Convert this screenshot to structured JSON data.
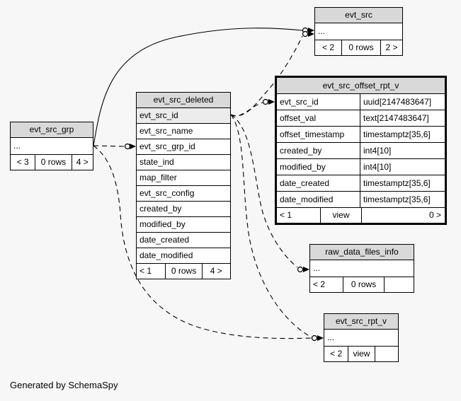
{
  "diagram": {
    "generated_by": "Generated by SchemaSpy"
  },
  "colors": {
    "background": "#f7f7f7",
    "table_header_bg": "#d9d9d9",
    "highlight_row_bg": "#ececec",
    "border": "#000000"
  },
  "tables": {
    "evt_src": {
      "title": "evt_src",
      "body": "...",
      "footer": {
        "left": "< 2",
        "mid": "0 rows",
        "right": "2 >"
      }
    },
    "evt_src_offset_rpt_v": {
      "title": "evt_src_offset_rpt_v",
      "rows": [
        {
          "name": "evt_src_id",
          "type": "uuid[2147483647]"
        },
        {
          "name": "offset_val",
          "type": "text[2147483647]"
        },
        {
          "name": "offset_timestamp",
          "type": "timestamptz[35,6]"
        },
        {
          "name": "created_by",
          "type": "int4[10]"
        },
        {
          "name": "modified_by",
          "type": "int4[10]"
        },
        {
          "name": "date_created",
          "type": "timestamptz[35,6]"
        },
        {
          "name": "date_modified",
          "type": "timestamptz[35,6]"
        }
      ],
      "footer": {
        "left": "< 1",
        "mid": "view",
        "right": "0 >"
      }
    },
    "evt_src_deleted": {
      "title": "evt_src_deleted",
      "rows": [
        {
          "name": "evt_src_id"
        },
        {
          "name": "evt_src_name"
        },
        {
          "name": "evt_src_grp_id"
        },
        {
          "name": "state_ind"
        },
        {
          "name": "map_filter"
        },
        {
          "name": "evt_src_config"
        },
        {
          "name": "created_by"
        },
        {
          "name": "modified_by"
        },
        {
          "name": "date_created"
        },
        {
          "name": "date_modified"
        }
      ],
      "footer": {
        "left": "< 1",
        "mid": "0 rows",
        "right": "4 >"
      }
    },
    "evt_src_grp": {
      "title": "evt_src_grp",
      "body": "...",
      "footer": {
        "left": "< 3",
        "mid": "0 rows",
        "right": "4 >"
      }
    },
    "raw_data_files_info": {
      "title": "raw_data_files_info",
      "body": "...",
      "footer": {
        "left": "< 2",
        "mid": "0 rows",
        "right": ""
      }
    },
    "evt_src_rpt_v": {
      "title": "evt_src_rpt_v",
      "body": "...",
      "footer": {
        "left": "< 2",
        "mid": "view",
        "right": ""
      }
    }
  }
}
